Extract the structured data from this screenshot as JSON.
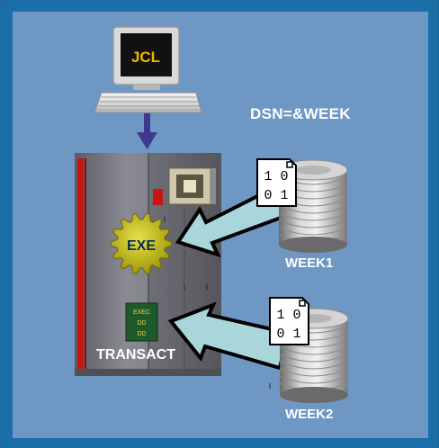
{
  "terminal": {
    "screen_text": "JCL",
    "icon": "computer-terminal-icon"
  },
  "dsn_label": "DSN=&WEEK",
  "program": {
    "gear_label": "EXE",
    "icon": "gear-icon"
  },
  "jcl_card": {
    "lines": [
      "EXEC",
      "DD",
      "DD"
    ]
  },
  "job_label": "TRANSACT",
  "datasets": [
    {
      "name": "WEEK1",
      "binary": [
        "1 0",
        "0 1"
      ],
      "icon": "disk-stack-icon"
    },
    {
      "name": "WEEK2",
      "binary": [
        "1 0",
        "0 1"
      ],
      "icon": "disk-stack-icon"
    }
  ],
  "colors": {
    "background": "#6f97c4",
    "border": "#1b6fa8",
    "arrow_fill": "#a9d6db",
    "gear": "#c9c210",
    "card": "#1f5a2a",
    "mainframe": "#7c7c84"
  }
}
